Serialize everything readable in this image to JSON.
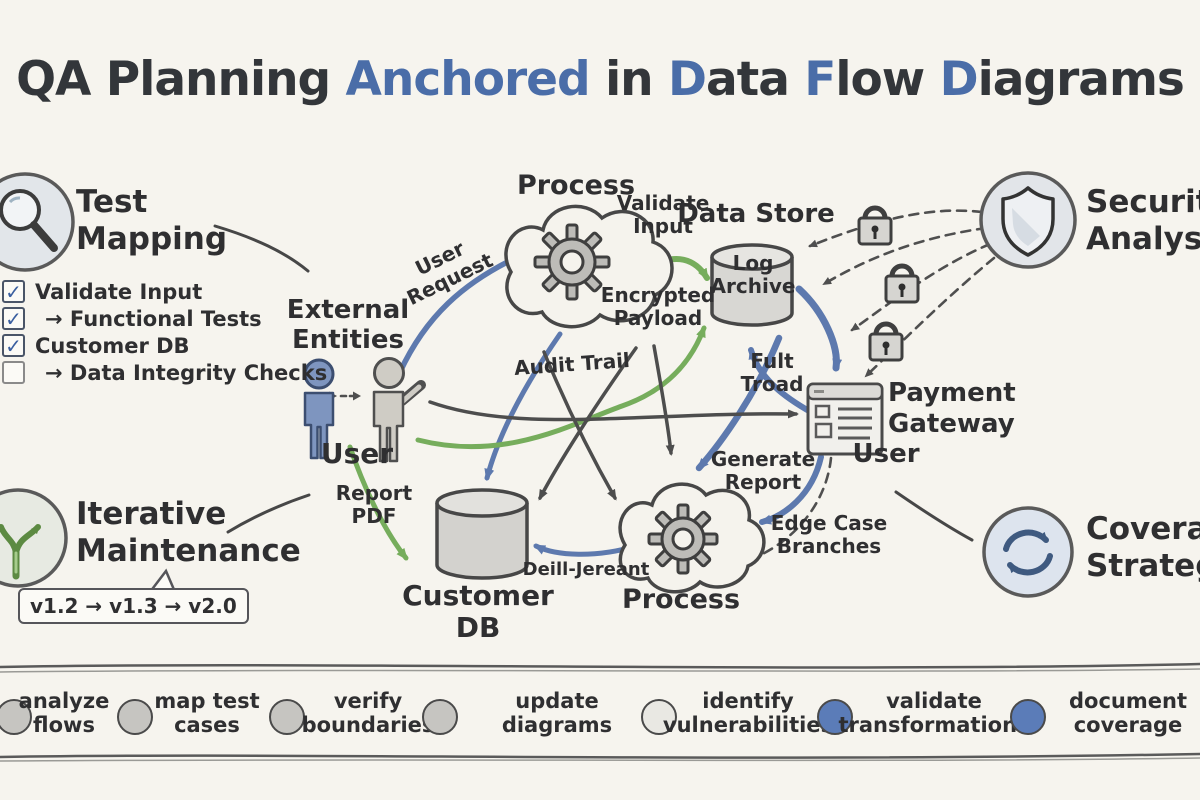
{
  "title": {
    "segments": [
      {
        "text": "QA Planning ",
        "accent": false
      },
      {
        "text": "Anchored",
        "accent": true
      },
      {
        "text": " in ",
        "accent": false
      },
      {
        "text": "D",
        "accent": true
      },
      {
        "text": "ata ",
        "accent": false
      },
      {
        "text": "F",
        "accent": true
      },
      {
        "text": "low ",
        "accent": false
      },
      {
        "text": "D",
        "accent": true
      },
      {
        "text": "iagrams",
        "accent": false
      }
    ],
    "accent_color": "#4a6da8",
    "ink_color": "#33363a"
  },
  "sections": {
    "test_mapping": {
      "heading": "Test\nMapping",
      "checklist": [
        {
          "checked": true,
          "label": "Validate Input",
          "indent": false
        },
        {
          "checked": true,
          "label": "→ Functional Tests",
          "indent": true
        },
        {
          "checked": true,
          "label": "Customer DB",
          "indent": false
        },
        {
          "checked": false,
          "label": "→ Data Integrity Checks",
          "indent": true
        }
      ]
    },
    "security_analysis": {
      "heading": "Security\nAnalysis"
    },
    "iterative_maintenance": {
      "heading": "Iterative\nMaintenance",
      "versions": "v1.2 → v1.3 → v2.0"
    },
    "coverage_strategies": {
      "heading": "Coverage\nStrategies"
    }
  },
  "diagram": {
    "external_entities_label": "External\nEntities",
    "user_left_label": "User",
    "process_top_label": "Process",
    "data_store_label": "Data Store",
    "log_archive_label": "Log\nArchive",
    "payment_gateway_label": "Payment\nGateway",
    "user_right_label": "User",
    "customer_db_label": "Customer\nDB",
    "process_bottom_label": "Process",
    "flows": {
      "user_request": "User\nRequest",
      "validate_input": "Validate\nInput",
      "encrypted_payload": "Encrypted\nPayload",
      "audit_trail": "Audit Trail",
      "full_troad": "Fult\nTroad",
      "generate_report": "Generate\nReport",
      "edge_case_branches": "Edge Case\nBranches",
      "report_pdf": "Report\nPDF",
      "db_write": "Deill-Jereant"
    }
  },
  "timeline": {
    "items": [
      {
        "label": "analyze\nflows",
        "color": "#c6c5c1"
      },
      {
        "label": "map test\ncases",
        "color": "#c6c5c1"
      },
      {
        "label": "verify\nboundaries",
        "color": "#c6c5c1"
      },
      {
        "label": "update\ndiagrams",
        "color": "#c6c5c1"
      },
      {
        "label": "identify\nvulnerabilities",
        "color": "#e9e8e3"
      },
      {
        "label": "validate\ntransformations",
        "color": "#5b7cb8"
      },
      {
        "label": "document\ncoverage",
        "color": "#5b7cb8"
      }
    ]
  },
  "palette": {
    "background": "#f6f4ee",
    "ink": "#2f2f31",
    "blue_arrow": "#5d79ae",
    "green_arrow": "#76ad5c",
    "gray_arrow": "#4d4d4d"
  }
}
